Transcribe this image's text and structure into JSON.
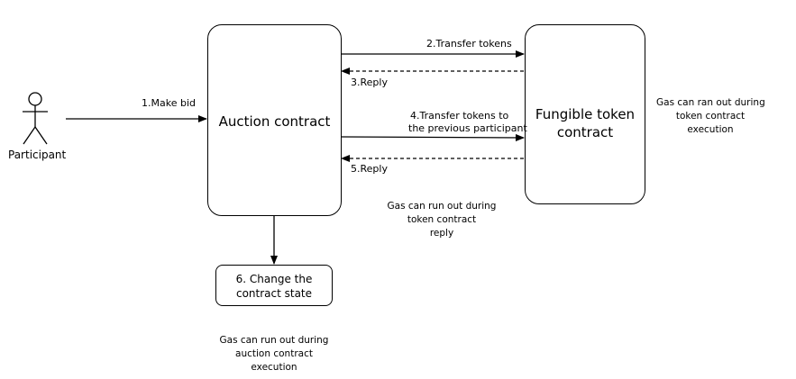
{
  "actor": {
    "label": "Participant"
  },
  "auction_contract": {
    "label": "Auction contract"
  },
  "token_contract": {
    "label_line1": "Fungible token",
    "label_line2": "contract"
  },
  "state_box": {
    "label_line1": "6. Change the",
    "label_line2": "contract state"
  },
  "edges": {
    "make_bid": "1.Make bid",
    "transfer_tokens": "2.Transfer tokens",
    "reply_1": "3.Reply",
    "transfer_previous_line1": "4.Transfer tokens to",
    "transfer_previous_line2": "the previous participant",
    "reply_2": "5.Reply"
  },
  "notes": {
    "token_execution": [
      "Gas can ran out during",
      "token contract",
      "execution"
    ],
    "token_reply": [
      "Gas can run out during",
      "token contract",
      "reply"
    ],
    "auction_execution": [
      "Gas can run out during",
      "auction contract",
      "execution"
    ]
  }
}
